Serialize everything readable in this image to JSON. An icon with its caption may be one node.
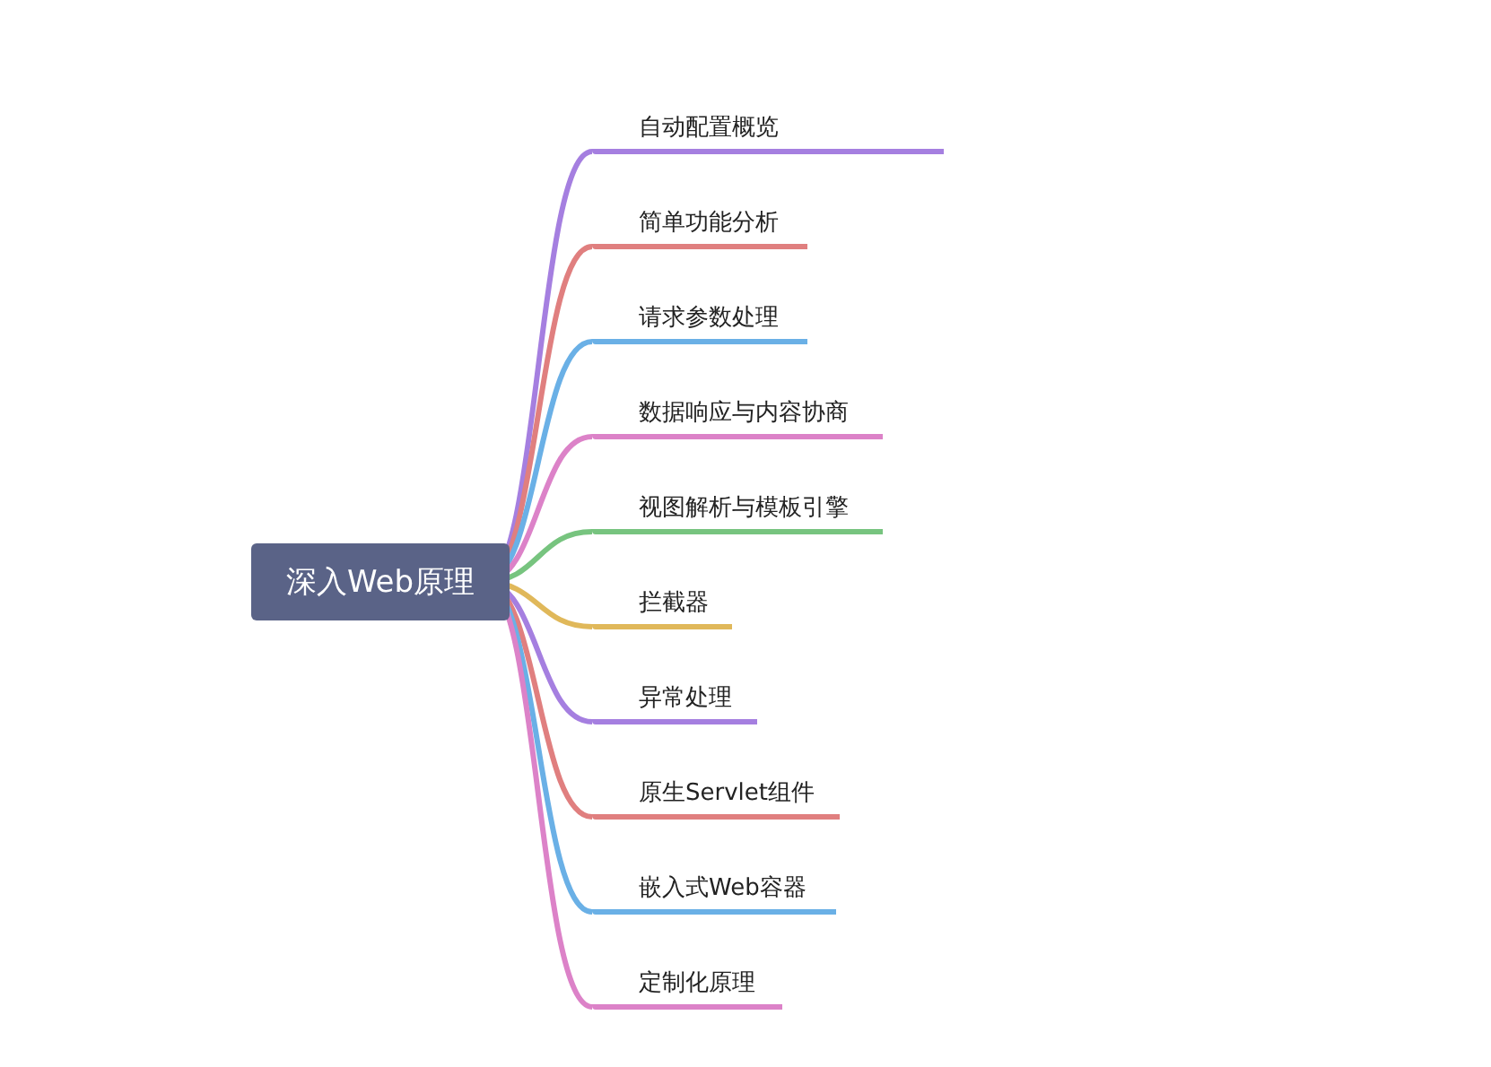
{
  "diagram": {
    "nodes": [
      {
        "text": [
          "深入Web原理"
        ]
      },
      {
        "text": [
          "自动配置概览"
        ]
      },
      {
        "text": [
          "简单功能分析"
        ]
      },
      {
        "text": [
          "请求参数处理"
        ]
      },
      {
        "text": [
          "数据响应与内容协商"
        ]
      },
      {
        "text": [
          "视图解析与模板引擎"
        ]
      },
      {
        "text": [
          "拦截器"
        ]
      },
      {
        "text": [
          "异常处理"
        ]
      },
      {
        "text": [
          "原生Servlet组件"
        ]
      },
      {
        "text": [
          "嵌入式Web容器"
        ]
      },
      {
        "text": [
          "定制化原理"
        ]
      }
    ],
    "edges": [
      {
        "from": 0,
        "to": 1,
        "arrow": "none",
        "color": "#a57fe0"
      },
      {
        "from": 0,
        "to": 2,
        "arrow": "none",
        "color": "#e07f7f"
      },
      {
        "from": 0,
        "to": 3,
        "arrow": "none",
        "color": "#6ab0e6"
      },
      {
        "from": 0,
        "to": 4,
        "arrow": "none",
        "color": "#dc82c8"
      },
      {
        "from": 0,
        "to": 5,
        "arrow": "none",
        "color": "#77c47f"
      },
      {
        "from": 0,
        "to": 6,
        "arrow": "none",
        "color": "#e0b85a"
      },
      {
        "from": 0,
        "to": 7,
        "arrow": "none",
        "color": "#a57fe0"
      },
      {
        "from": 0,
        "to": 8,
        "arrow": "none",
        "color": "#e07f7f"
      },
      {
        "from": 0,
        "to": 9,
        "arrow": "none",
        "color": "#6ab0e6"
      },
      {
        "from": 0,
        "to": 10,
        "arrow": "none",
        "color": "#dc82c8"
      }
    ]
  }
}
